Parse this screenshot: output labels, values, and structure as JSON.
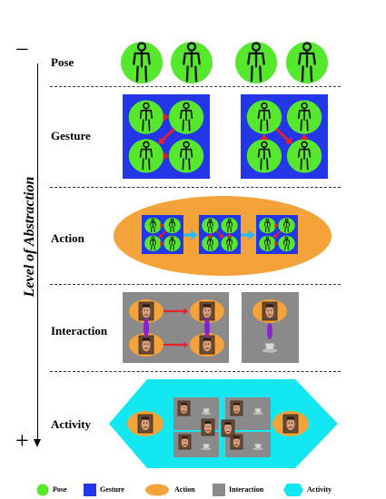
{
  "axis": {
    "title": "Level of Abstraction",
    "top_symbol": "−",
    "bottom_symbol": "+"
  },
  "levels": [
    {
      "label": "Pose"
    },
    {
      "label": "Gesture"
    },
    {
      "label": "Action"
    },
    {
      "label": "Interaction"
    },
    {
      "label": "Activity"
    }
  ],
  "legend": [
    {
      "label": "Pose",
      "color": "#55e82d",
      "shape": "circle"
    },
    {
      "label": "Gesture",
      "color": "#2336e8",
      "shape": "square"
    },
    {
      "label": "Action",
      "color": "#f4a33a",
      "shape": "ellipse"
    },
    {
      "label": "Interaction",
      "color": "#8a8a8a",
      "shape": "square"
    },
    {
      "label": "Activity",
      "color": "#13e8f2",
      "shape": "hexagon"
    }
  ],
  "colors": {
    "pose": "#55e82d",
    "gesture": "#2336e8",
    "action": "#f4a33a",
    "interaction": "#8a8a8a",
    "activity": "#13e8f2",
    "arrow_red": "#e8202a",
    "arrow_purple": "#8c1fd6",
    "arrow_cyan": "#2bb9f0",
    "face": "#6a4a35",
    "cup": "#d9d9d9"
  }
}
